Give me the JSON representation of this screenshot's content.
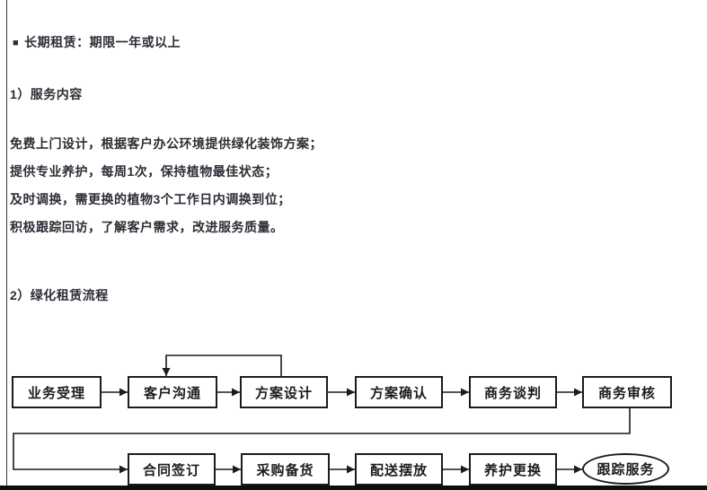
{
  "document": {
    "heading_bullet": "■",
    "heading": "长期租赁：期限一年或以上",
    "section1_title": "1）服务内容",
    "service_items": [
      "免费上门设计，根据客户办公环境提供绿化装饰方案；",
      "提供专业养护，每周1次，保持植物最佳状态；",
      "及时调换，需更换的植物3个工作日内调换到位；",
      "积极跟踪回访，了解客户需求，改进服务质量。"
    ],
    "section2_title": "2）绿化租赁流程"
  },
  "flowchart": {
    "row1_steps": [
      "业务受理",
      "客户沟通",
      "方案设计",
      "方案确认",
      "商务谈判",
      "商务审核"
    ],
    "row2_steps": [
      "合同签订",
      "采购备货",
      "配送摆放",
      "养护更换"
    ],
    "terminal_step": "跟踪服务"
  },
  "colors": {
    "text": "#2d2d36",
    "line": "#1c1c1c",
    "background": "#ffffff"
  }
}
